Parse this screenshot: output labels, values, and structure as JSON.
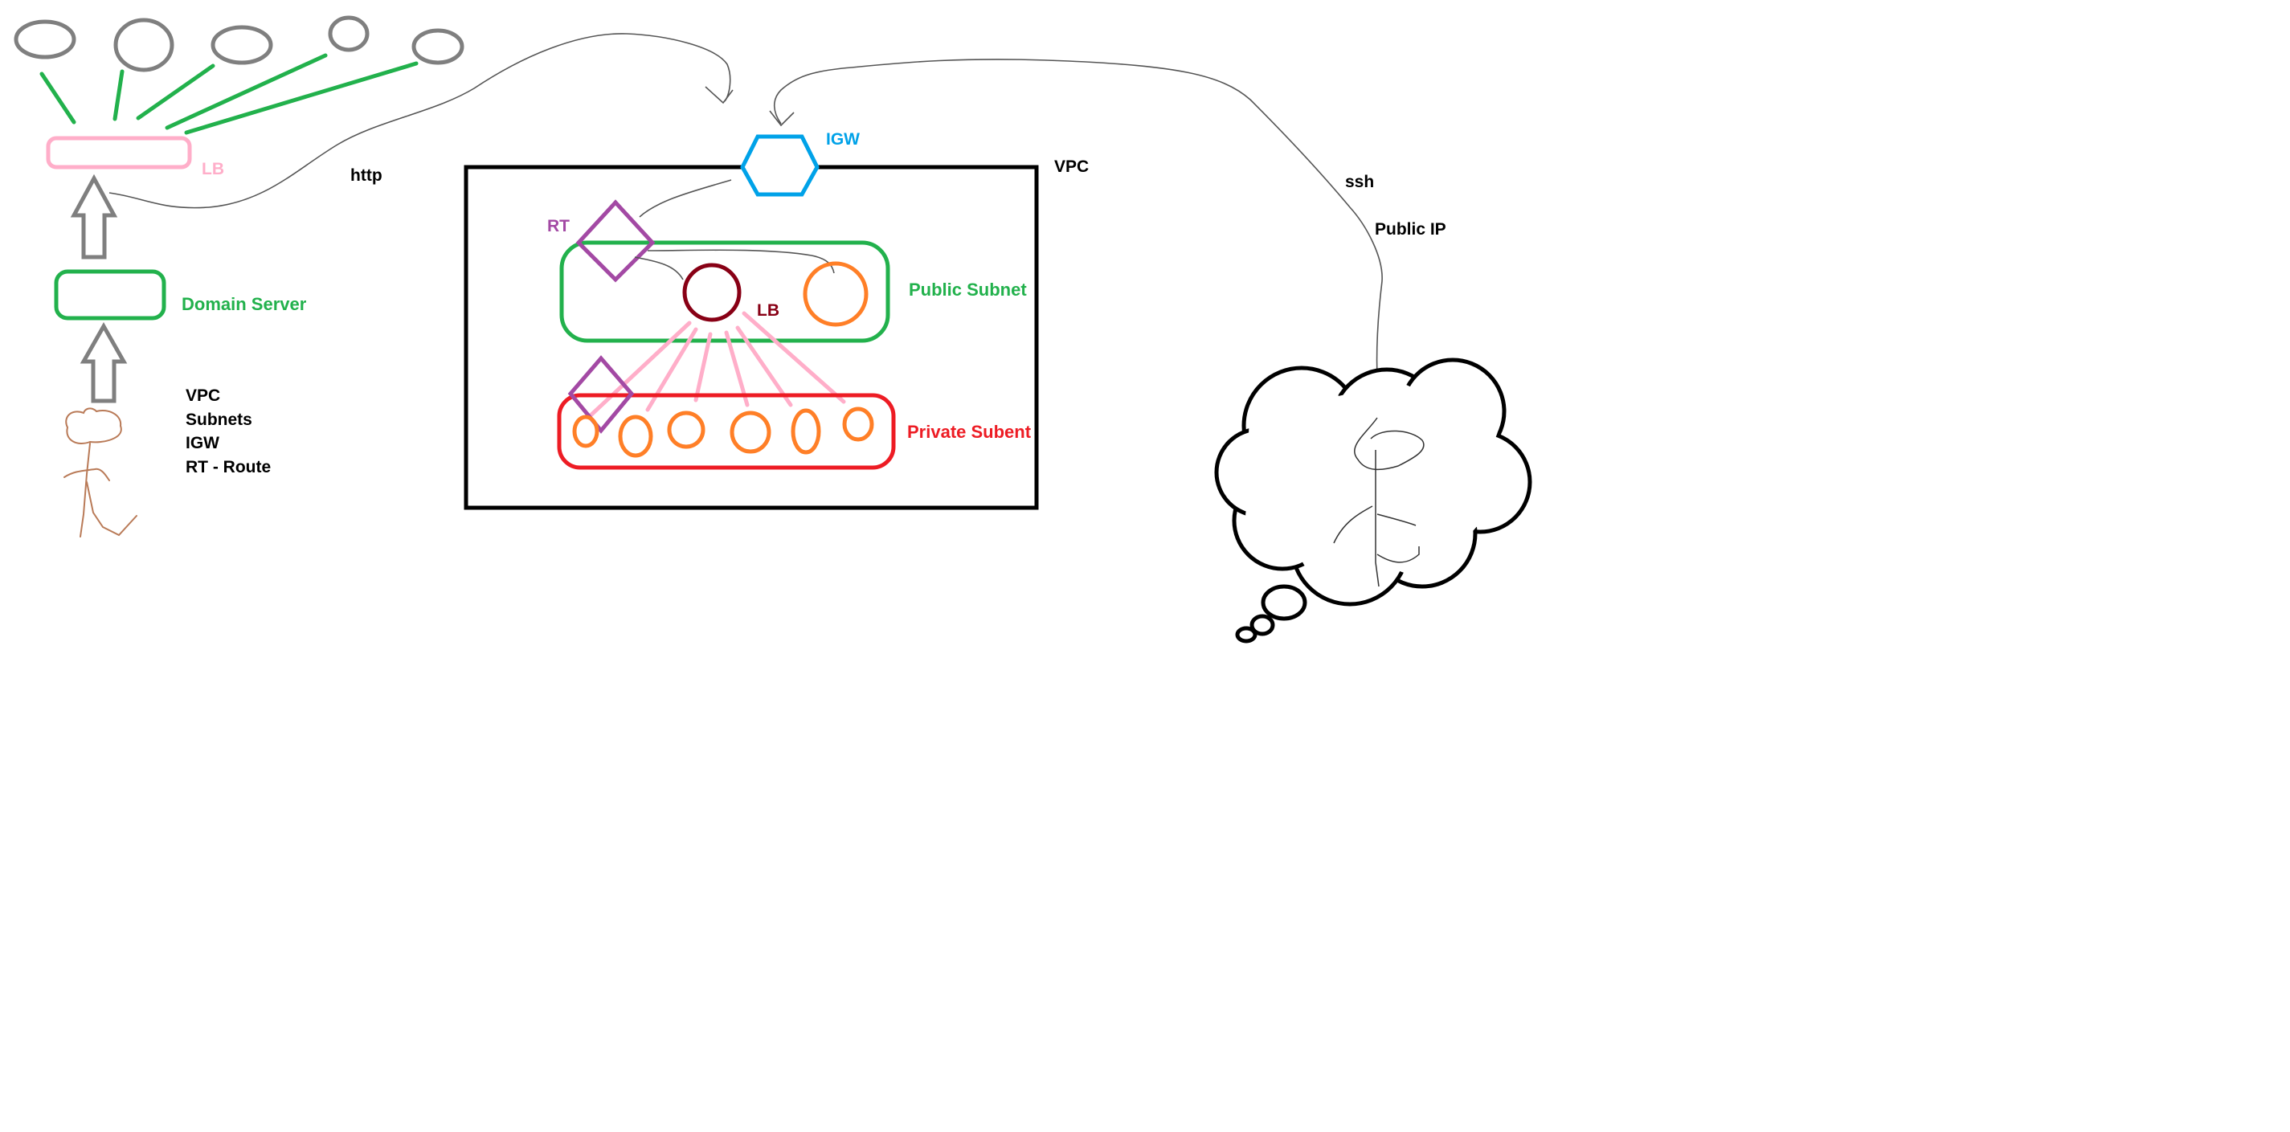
{
  "labels": {
    "lb_top": "LB",
    "http": "http",
    "igw": "IGW",
    "vpc": "VPC",
    "rt": "RT",
    "public_subnet": "Public Subnet",
    "lb_inner": "LB",
    "private_subnet": "Private Subent",
    "domain_server": "Domain Server",
    "ssh": "ssh",
    "public_ip": "Public IP"
  },
  "notes": [
    "VPC",
    "Subnets",
    "IGW",
    "RT - Route"
  ],
  "colors": {
    "gray": "#7f7f7f",
    "green": "#22b14c",
    "pink": "#ffaec9",
    "blue": "#00a2e8",
    "purple": "#a349a4",
    "dark_red": "#880015",
    "orange": "#ff7f27",
    "red": "#ed1c24",
    "black": "#000000",
    "stick_figure": "#b97a57"
  }
}
